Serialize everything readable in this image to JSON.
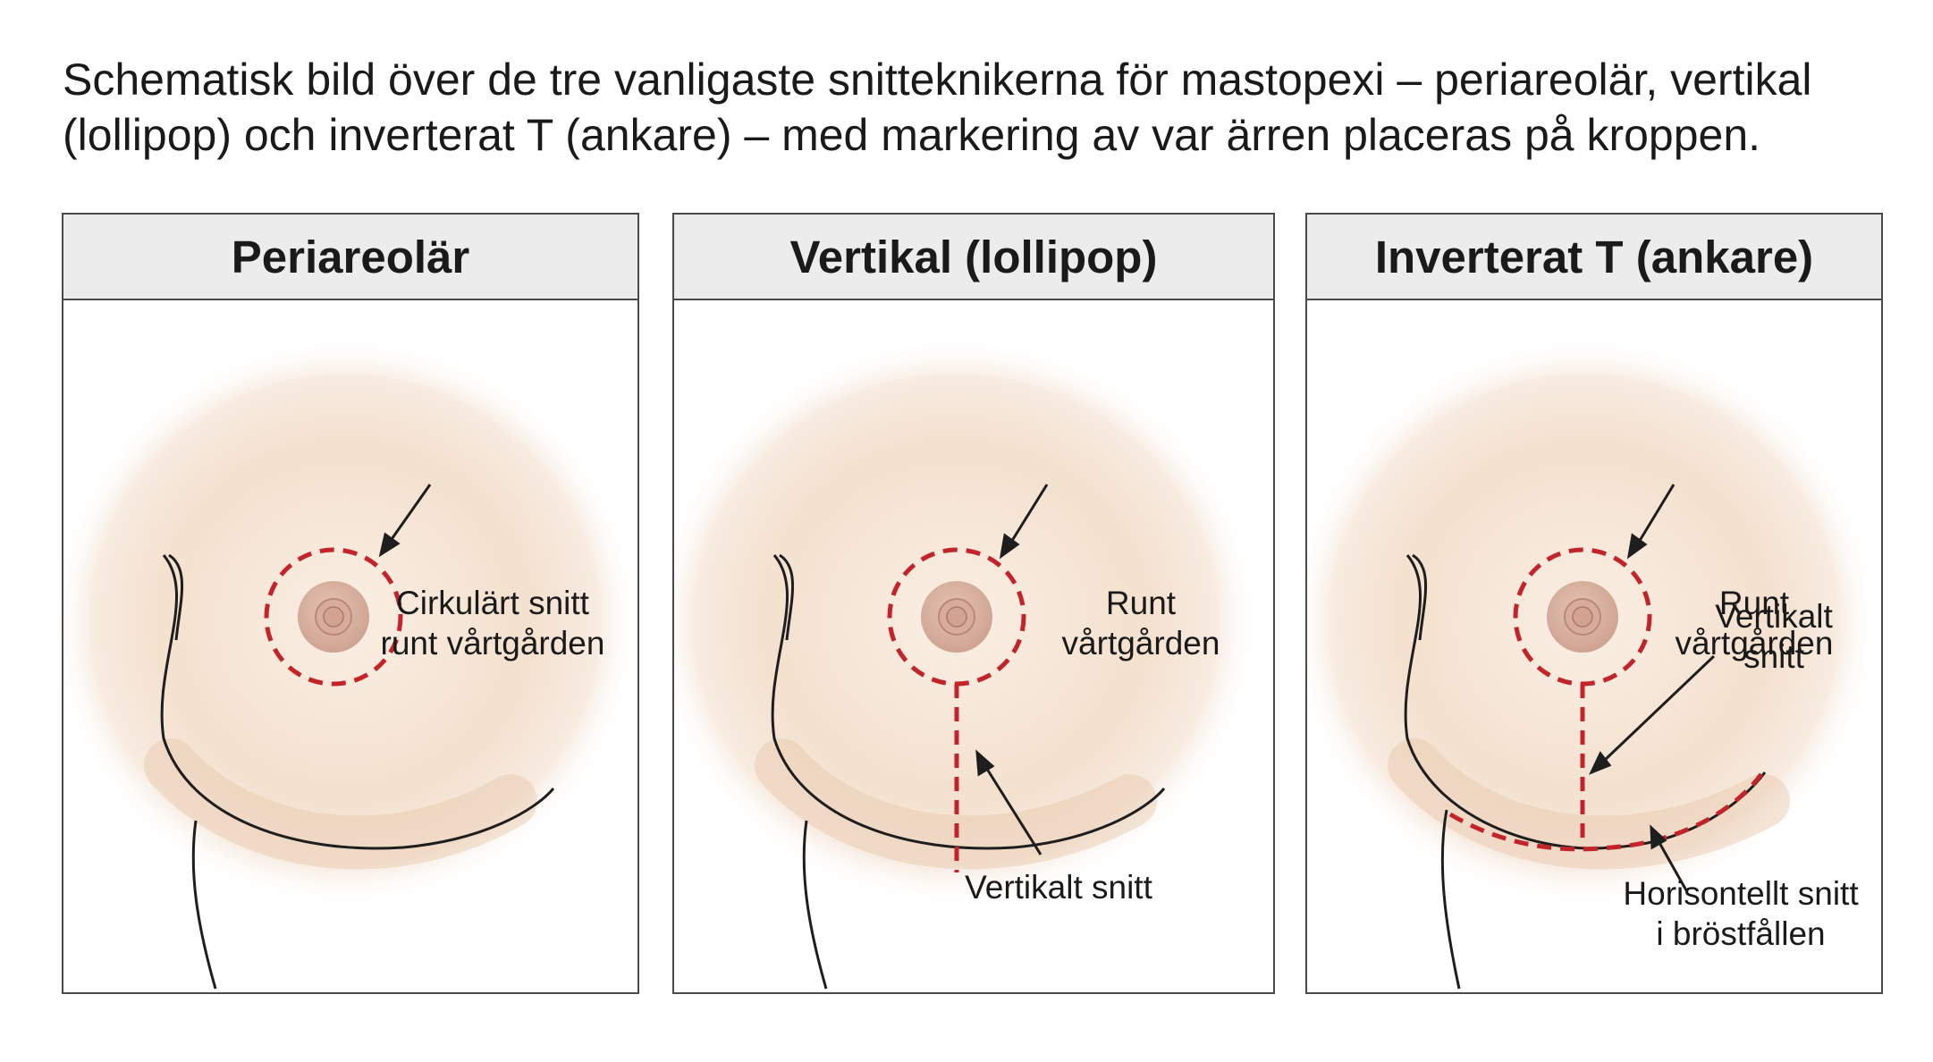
{
  "title": {
    "line1": "Schematisk bild över de tre vanligaste snitteknikerna för mastopexi – periareolär, vertikal",
    "line2": "(lollipop) och inverterat T (ankare) – med markering av var ärren placeras på kroppen."
  },
  "colors": {
    "skin_light": "#f9eee3",
    "skin_mid": "#f1dbc8",
    "skin_shadow": "#e2c0a3",
    "areola": "#ddb6a6",
    "nipple": "#cfa091",
    "outline": "#1e1e1e",
    "incision": "#c3242a",
    "header_bg": "#ececec",
    "border": "#4a4a4a"
  },
  "panels": [
    {
      "title": "Periareolär",
      "labels": [
        {
          "lines": [
            "Cirkulärt snitt",
            "runt vårtgården"
          ]
        }
      ]
    },
    {
      "title": "Vertikal (lollipop)",
      "labels": [
        {
          "lines": [
            "Runt",
            "vårtgården"
          ]
        },
        {
          "lines": [
            "Vertikalt snitt"
          ]
        }
      ]
    },
    {
      "title": "Inverterat T (ankare)",
      "labels": [
        {
          "lines": [
            "Runt",
            "vårtgården"
          ]
        },
        {
          "lines": [
            "Vertikalt",
            "snitt"
          ]
        },
        {
          "lines": [
            "Horisontellt snitt",
            "i bröstfållen"
          ]
        }
      ]
    }
  ]
}
